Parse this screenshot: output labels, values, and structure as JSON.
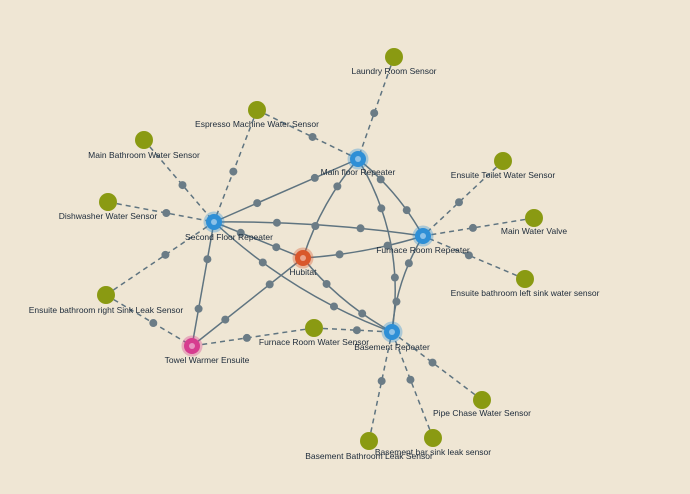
{
  "colors": {
    "background": "#efe6d4",
    "hub": "#d9572b",
    "repeater": "#2e8fd6",
    "sensor": "#8a9a12",
    "outlet": "#d63c8f",
    "edge": "#5f7480"
  },
  "nodes": [
    {
      "id": "main_floor",
      "label": "Main floor Repeater",
      "kind": "repeater",
      "icon": "repeater-node-icon"
    },
    {
      "id": "second_floor",
      "label": "Second Floor Repeater",
      "kind": "repeater",
      "icon": "repeater-node-icon"
    },
    {
      "id": "furnace_room",
      "label": "Furnace Room Repeater",
      "kind": "repeater",
      "icon": "repeater-node-icon"
    },
    {
      "id": "basement",
      "label": "Basement Repeater",
      "kind": "repeater",
      "icon": "repeater-node-icon"
    },
    {
      "id": "hubitat",
      "label": "Hubitat",
      "kind": "hub",
      "icon": "hub-node-icon"
    },
    {
      "id": "towel_warmer",
      "label": "Towel Warmer Ensuite",
      "kind": "outlet",
      "icon": "outlet-node-icon"
    },
    {
      "id": "laundry",
      "label": "Laundry Room Sensor",
      "kind": "sensor",
      "icon": "sensor-node-icon"
    },
    {
      "id": "espresso",
      "label": "Espresso Machine Water Sensor",
      "kind": "sensor",
      "icon": "sensor-node-icon"
    },
    {
      "id": "main_bath",
      "label": "Main Bathroom Water Sensor",
      "kind": "sensor",
      "icon": "sensor-node-icon"
    },
    {
      "id": "dishwasher",
      "label": "Dishwasher Water Sensor",
      "kind": "sensor",
      "icon": "sensor-node-icon"
    },
    {
      "id": "ensuite_right",
      "label": "Ensuite bathroom right Sink Leak Sensor",
      "kind": "sensor",
      "icon": "sensor-node-icon"
    },
    {
      "id": "ensuite_toilet",
      "label": "Ensuite Toilet Water Sensor",
      "kind": "sensor",
      "icon": "sensor-node-icon"
    },
    {
      "id": "main_valve",
      "label": "Main Water Valve",
      "kind": "sensor",
      "icon": "sensor-node-icon"
    },
    {
      "id": "ensuite_left",
      "label": "Ensuite bathroom left sink water sensor",
      "kind": "sensor",
      "icon": "sensor-node-icon"
    },
    {
      "id": "furnace_water",
      "label": "Furnace Room Water Sensor",
      "kind": "sensor",
      "icon": "sensor-node-icon"
    },
    {
      "id": "pipe_chase",
      "label": "Pipe Chase Water Sensor",
      "kind": "sensor",
      "icon": "sensor-node-icon"
    },
    {
      "id": "basement_bath",
      "label": "Basement Bathroom Leak Sensor",
      "kind": "sensor",
      "icon": "sensor-node-icon"
    },
    {
      "id": "basement_bar",
      "label": "Basement bar sink leak sensor",
      "kind": "sensor",
      "icon": "sensor-node-icon"
    }
  ],
  "edges": [
    {
      "from": "second_floor",
      "to": "main_floor",
      "style": "solid"
    },
    {
      "from": "second_floor",
      "to": "furnace_room",
      "style": "solid"
    },
    {
      "from": "second_floor",
      "to": "basement",
      "style": "solid"
    },
    {
      "from": "second_floor",
      "to": "hubitat",
      "style": "solid"
    },
    {
      "from": "second_floor",
      "to": "towel_warmer",
      "style": "solid"
    },
    {
      "from": "main_floor",
      "to": "hubitat",
      "style": "solid"
    },
    {
      "from": "main_floor",
      "to": "furnace_room",
      "style": "solid"
    },
    {
      "from": "main_floor",
      "to": "basement",
      "style": "solid"
    },
    {
      "from": "hubitat",
      "to": "furnace_room",
      "style": "solid"
    },
    {
      "from": "hubitat",
      "to": "basement",
      "style": "solid"
    },
    {
      "from": "hubitat",
      "to": "towel_warmer",
      "style": "solid"
    },
    {
      "from": "furnace_room",
      "to": "basement",
      "style": "solid"
    },
    {
      "from": "laundry",
      "to": "main_floor",
      "style": "dashed"
    },
    {
      "from": "espresso",
      "to": "main_floor",
      "style": "dashed"
    },
    {
      "from": "espresso",
      "to": "second_floor",
      "style": "dashed"
    },
    {
      "from": "main_bath",
      "to": "second_floor",
      "style": "dashed"
    },
    {
      "from": "dishwasher",
      "to": "second_floor",
      "style": "dashed"
    },
    {
      "from": "ensuite_right",
      "to": "second_floor",
      "style": "dashed"
    },
    {
      "from": "ensuite_right",
      "to": "towel_warmer",
      "style": "dashed"
    },
    {
      "from": "ensuite_toilet",
      "to": "furnace_room",
      "style": "dashed"
    },
    {
      "from": "main_valve",
      "to": "furnace_room",
      "style": "dashed"
    },
    {
      "from": "ensuite_left",
      "to": "furnace_room",
      "style": "dashed"
    },
    {
      "from": "furnace_water",
      "to": "towel_warmer",
      "style": "dashed"
    },
    {
      "from": "furnace_water",
      "to": "basement",
      "style": "dashed"
    },
    {
      "from": "pipe_chase",
      "to": "basement",
      "style": "dashed"
    },
    {
      "from": "basement_bath",
      "to": "basement",
      "style": "dashed"
    },
    {
      "from": "basement_bar",
      "to": "basement",
      "style": "dashed"
    }
  ]
}
